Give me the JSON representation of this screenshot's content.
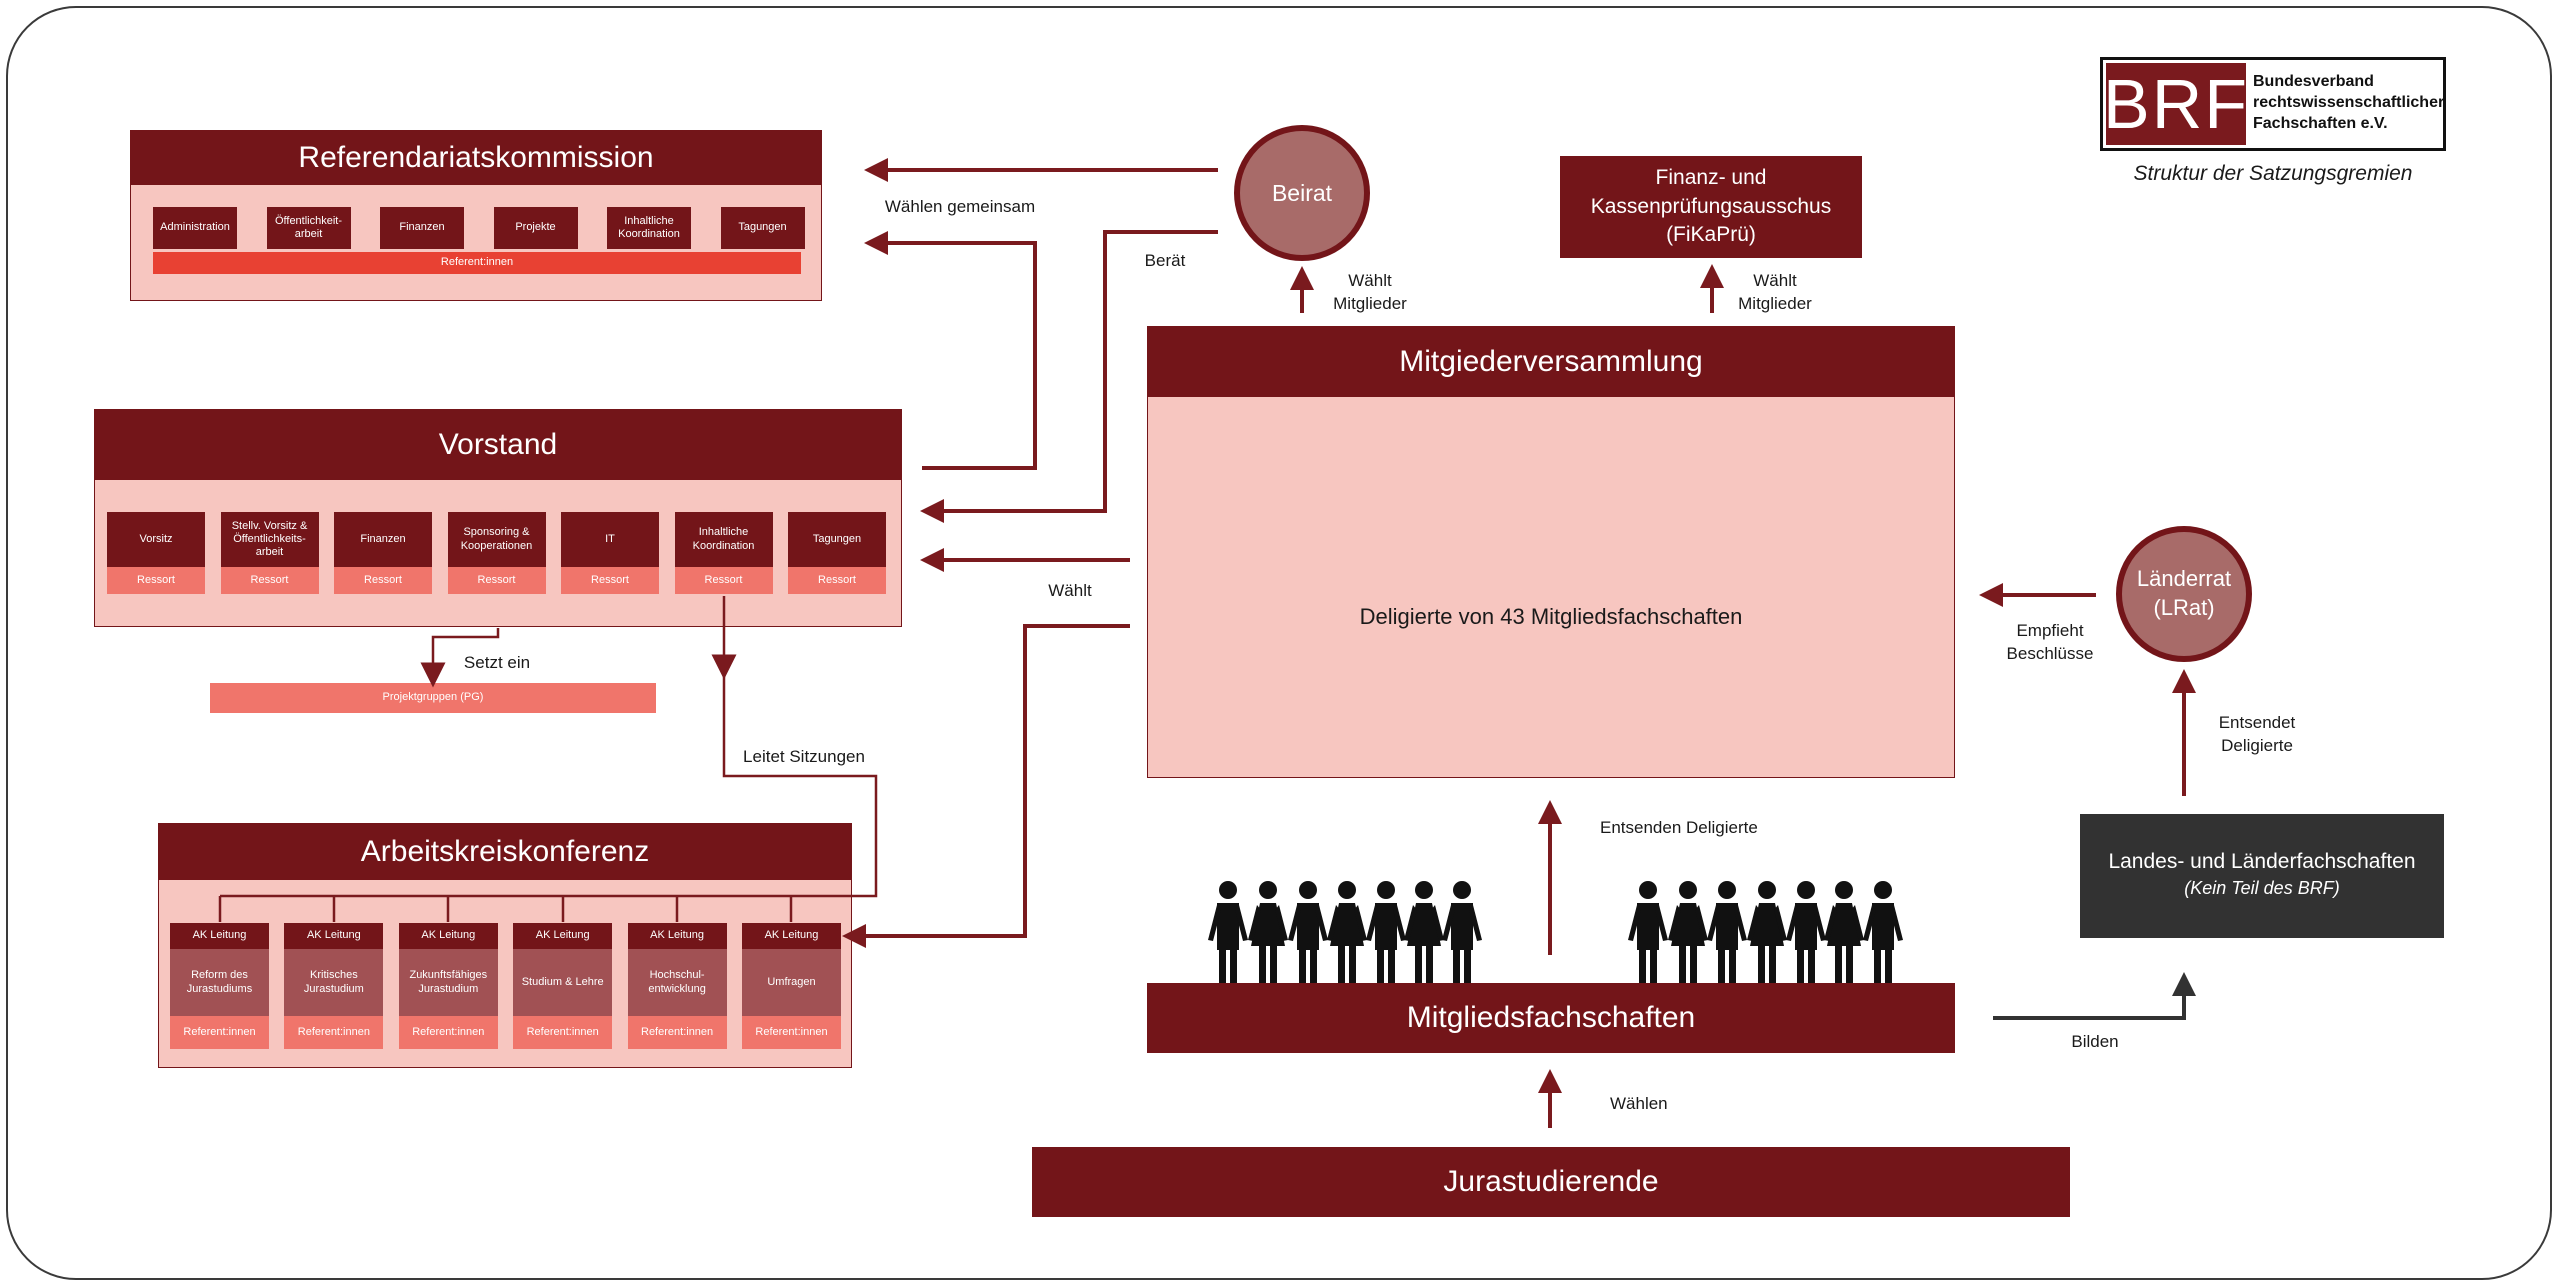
{
  "logo": {
    "letters": "BRF",
    "name_line1": "Bundesverband",
    "name_line2": "rechtswissenschaftlicher",
    "name_line3": "Fachschaften e.V.",
    "caption": "Struktur der Satzungsgremien"
  },
  "referendariatskommission": {
    "title": "Referendariatskommission",
    "items": [
      "Administration",
      "Öffentlichkeit-\narbeit",
      "Finanzen",
      "Projekte",
      "Inhaltliche\nKoordination",
      "Tagungen"
    ],
    "footer": "Referent:innen"
  },
  "vorstand": {
    "title": "Vorstand",
    "items": [
      {
        "label": "Vorsitz",
        "sub": "Ressort"
      },
      {
        "label": "Stellv. Vorsitz &\nÖffentlichkeits-\narbeit",
        "sub": "Ressort"
      },
      {
        "label": "Finanzen",
        "sub": "Ressort"
      },
      {
        "label": "Sponsoring &\nKooperationen",
        "sub": "Ressort"
      },
      {
        "label": "IT",
        "sub": "Ressort"
      },
      {
        "label": "Inhaltliche\nKoordination",
        "sub": "Ressort"
      },
      {
        "label": "Tagungen",
        "sub": "Ressort"
      }
    ]
  },
  "projektgruppen": "Projektgruppen (PG)",
  "arbeitskreiskonferenz": {
    "title": "Arbeitskreiskonferenz",
    "items": [
      {
        "head": "AK Leitung",
        "topic": "Reform des\nJurastudiums",
        "foot": "Referent:innen"
      },
      {
        "head": "AK Leitung",
        "topic": "Kritisches\nJurastudium",
        "foot": "Referent:innen"
      },
      {
        "head": "AK Leitung",
        "topic": "Zukunftsfähiges\nJurastudium",
        "foot": "Referent:innen"
      },
      {
        "head": "AK Leitung",
        "topic": "Studium & Lehre",
        "foot": "Referent:innen"
      },
      {
        "head": "AK Leitung",
        "topic": "Hochschul-\nentwicklung",
        "foot": "Referent:innen"
      },
      {
        "head": "AK Leitung",
        "topic": "Umfragen",
        "foot": "Referent:innen"
      }
    ]
  },
  "beirat": "Beirat",
  "fikapru": "Finanz- und\nKassenprüfungsausschus\n(FiKaPrü)",
  "mitgliederversammlung": {
    "title": "Mitgiederversammlung",
    "body": "Deligierte von 43 Mitgliedsfachschaften"
  },
  "laenderrat": "Länderrat\n(LRat)",
  "landesfachschaften": {
    "title": "Landes- und Länderfachschaften",
    "note": "(Kein Teil des BRF)"
  },
  "mitgliedsfachschaften": "Mitgliedsfachschaften",
  "jurastudierende": "Jurastudierende",
  "labels": {
    "waehlen_gemeinsam": "Wählen gemeinsam",
    "beraet": "Berät",
    "waehlt_mitglieder": "Wählt\nMitglieder",
    "waehlt_mitglieder_2": "Wählt\nMitglieder",
    "waehlt": "Wählt",
    "setzt_ein": "Setzt ein",
    "leitet_sitzungen": "Leitet Sitzungen",
    "empfiehlt": "Empfieht\nBeschlüsse",
    "entsendet": "Entsendet\nDeligierte",
    "entsenden": "Entsenden Deligierte",
    "bilden": "Bilden",
    "waehlen": "Wählen"
  },
  "colors": {
    "dark_red": "#731519",
    "arrow": "#7a1a1e",
    "bright_red": "#e84133",
    "salmon": "#f0756b",
    "pink": "#f7c6c0",
    "circle": "#a86b69",
    "dark_gray": "#323232"
  }
}
